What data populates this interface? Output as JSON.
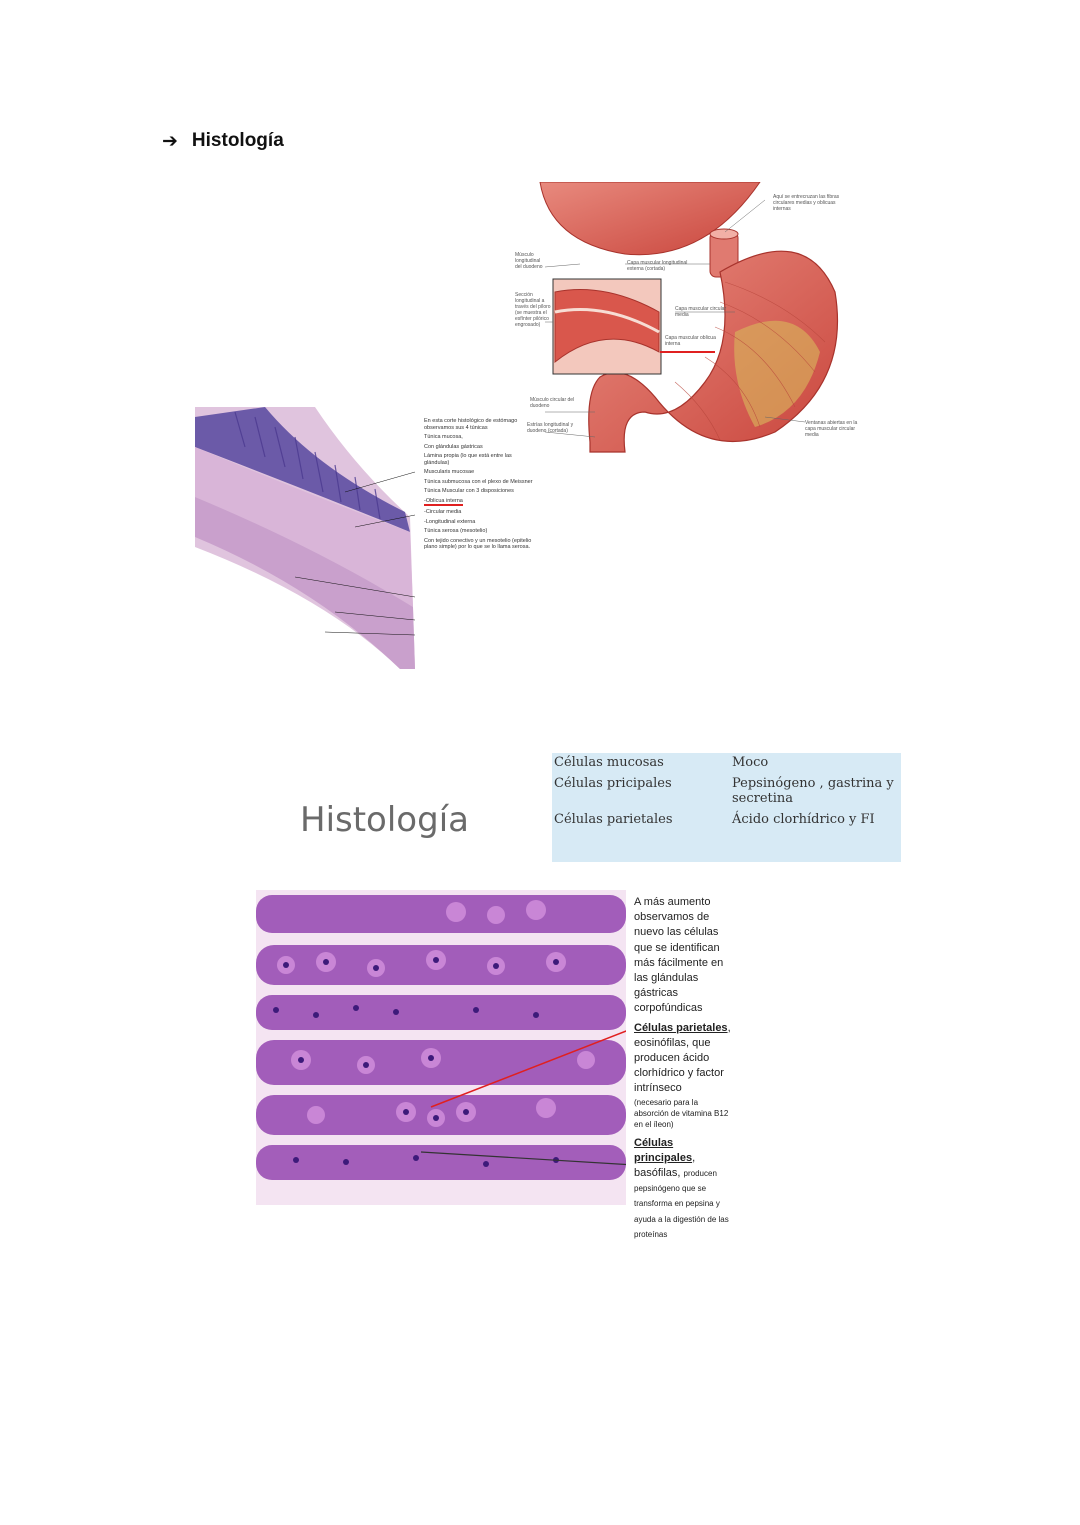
{
  "heading": {
    "arrow": "➔",
    "text": "Histología"
  },
  "anatomy": {
    "labels": [
      "Aquí se entrecruzan las fibras circulares medias y oblicuas internas",
      "Músculo longitudinal del duodeno",
      "Capa muscular longitudinal externa (cortada)",
      "Sección longitudinal a través del píloro (se muestra el esfínter pilórico engrosado)",
      "Capa muscular circular media",
      "Capa muscular oblicua interna",
      "Músculo circular del duodeno",
      "Estrías longitudinal y duodeno (cortada)",
      "Ventanas abiertas en la capa muscular circular media"
    ]
  },
  "histo_low": {
    "labels": [
      "En esta corte histológico de estómago observamos sus 4 túnicas",
      "Túnica mucosa,",
      "Con glándulas gástricas",
      "Lámina propia (lo que está entre las glándulas)",
      "Muscularis mucosae",
      "Túnica submucosa con el plexo de Meissner",
      "Túnica Muscular con 3 disposiciones",
      "-Oblicua interna",
      "-Circular media",
      "-Longitudinal externa",
      "Túnica serosa (mesotelio)",
      "Con tejido conectivo y un mesotelio (epitelio plano simple) por lo que se lo llama serosa."
    ]
  },
  "slide_title": "Histología",
  "cell_table": {
    "rows": [
      {
        "cell": "Células mucosas",
        "product": "Moco"
      },
      {
        "cell": "Células pricipales",
        "product": "Pepsinógeno , gastrina y secretina"
      },
      {
        "cell": "Células parietales",
        "product": "Ácido clorhídrico y FI"
      }
    ]
  },
  "histo_high": {
    "intro": "A más aumento observamos de nuevo las células que se identifican más fácilmente en las glándulas gástricas corpofúndicas",
    "parietal_title": "Células parietales",
    "parietal_desc": ", eosinófilas, que producen ácido clorhídrico y factor intrínseco",
    "parietal_note": "(necesario para la absorción de vitamina B12 en el íleon)",
    "principal_title": "Células principales",
    "principal_desc": ", basófilas,",
    "principal_note": "producen pepsinógeno que se transforma en pepsina y ayuda a la digestión de las proteínas"
  }
}
